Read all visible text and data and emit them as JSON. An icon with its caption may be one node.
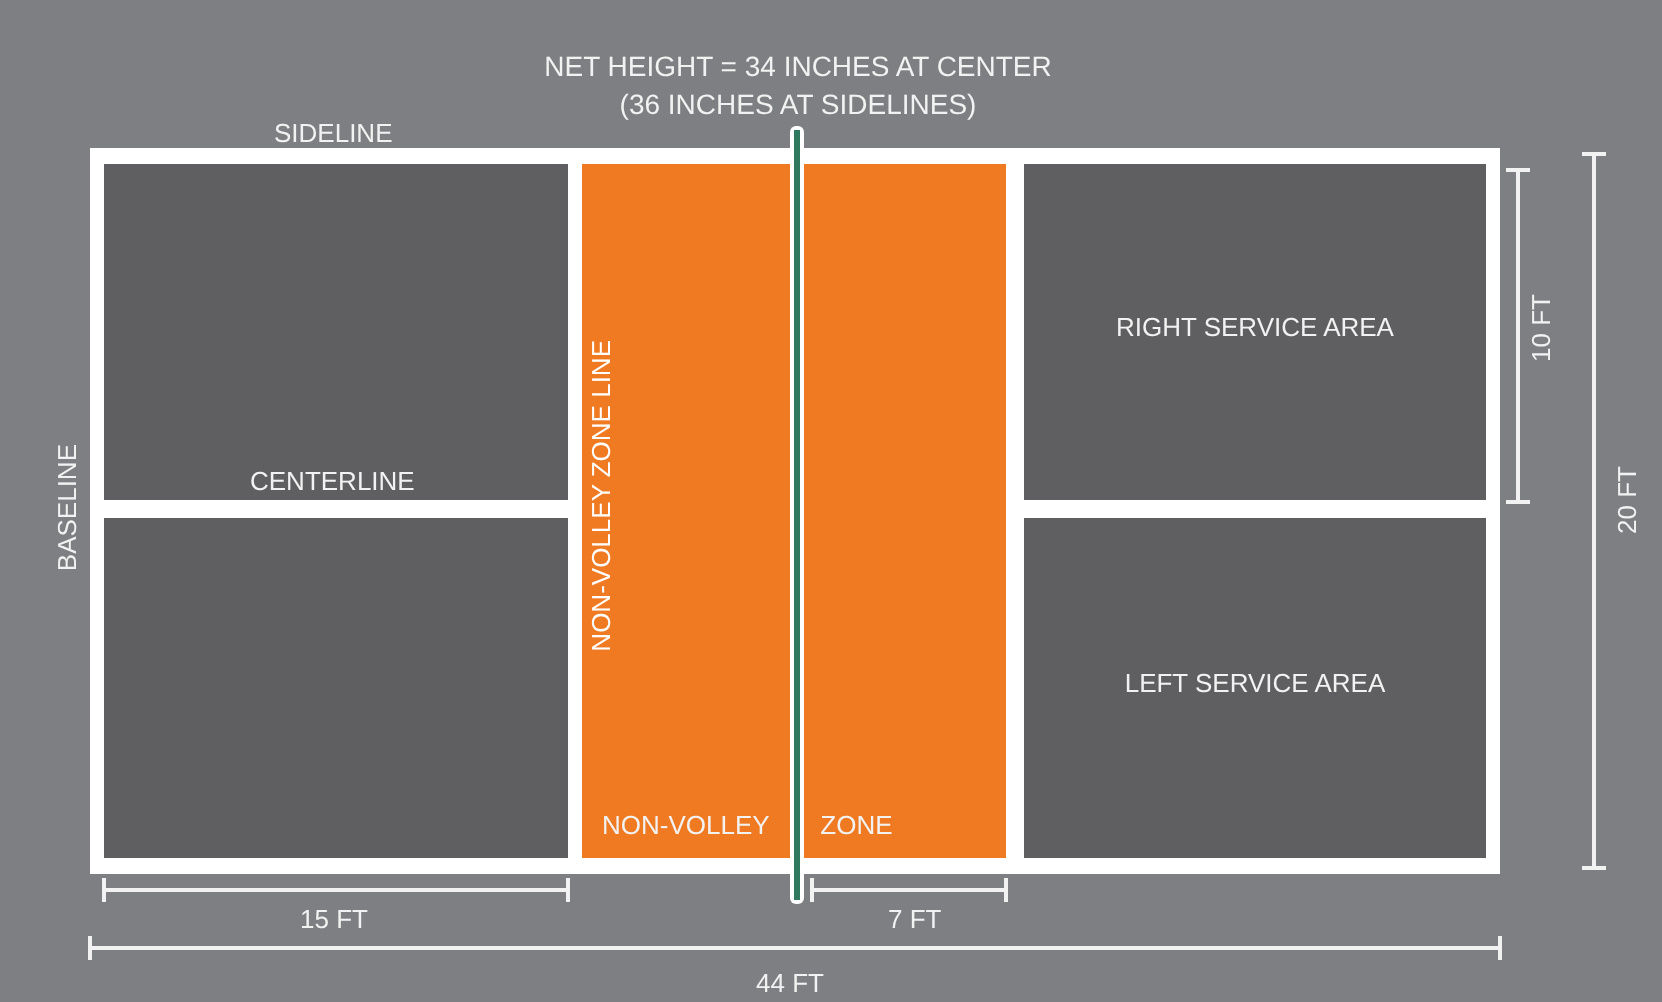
{
  "diagram": {
    "nodes": [
      {
        "text": [],
        "shape": "box"
      },
      {
        "text": [
          "NON-VOLLEY ZONE"
        ]
      },
      {
        "text": [
          "RIGHT SERVICE AREA"
        ]
      },
      {
        "text": [],
        "shape": "box"
      },
      {
        "text": [
          "LEFT SERVICE AREA"
        ]
      }
    ],
    "edges": [],
    "labels": [
      "NET HEIGHT = 34 INCHES AT CENTER (36 INCHES AT SIDELINES)",
      "SIDELINE",
      "10 FT",
      "BASELINE",
      "CENTERLINE",
      "NON-VOLLEY ZONE LINE",
      "20 FT",
      "15 FT",
      "7 FT",
      "44 FT"
    ]
  }
}
